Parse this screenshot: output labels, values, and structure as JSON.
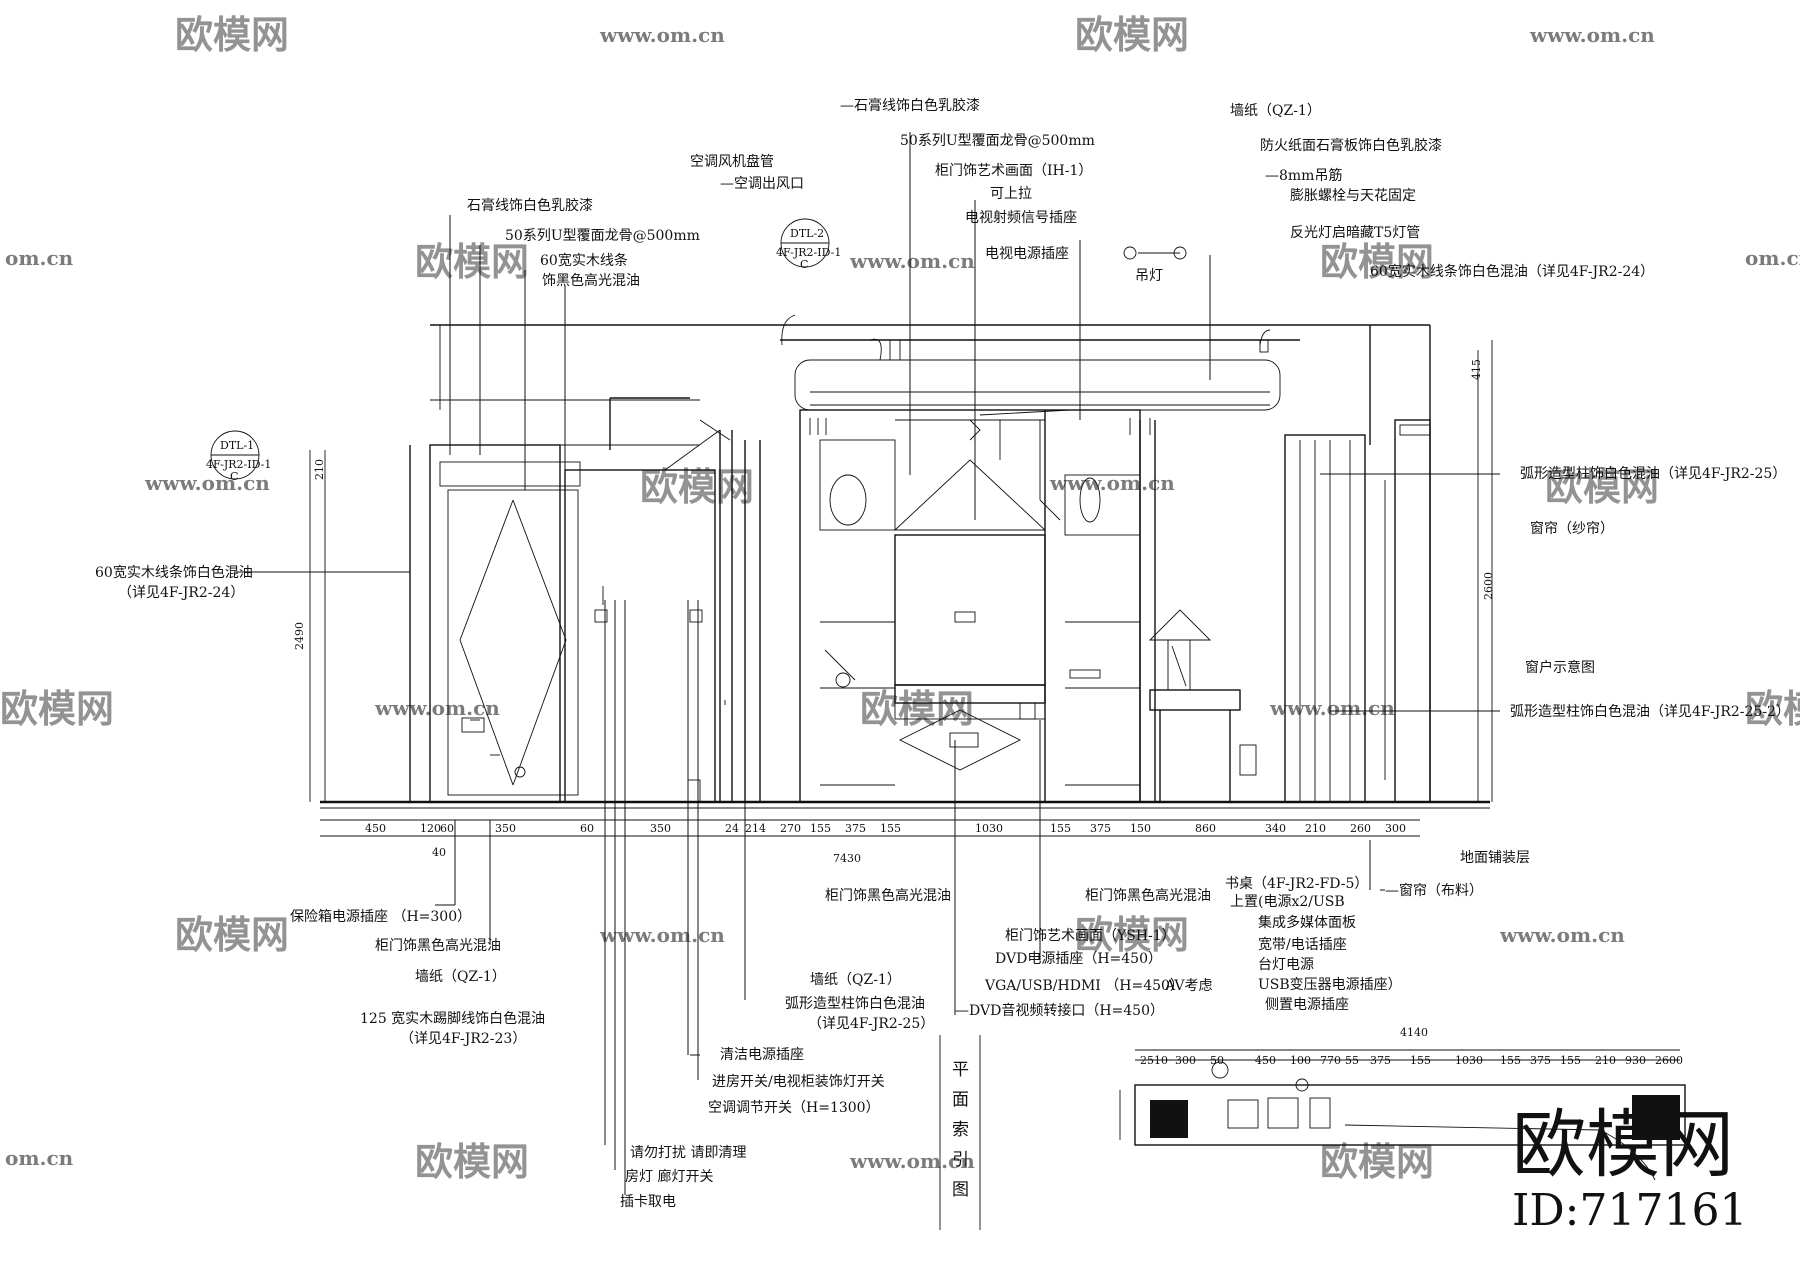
{
  "watermark": {
    "logo_text": "欧模网",
    "url_text": "www.om.cn",
    "url_short": "om.cn"
  },
  "brand": {
    "logo_text": "欧模网",
    "id_text": "ID:717161"
  },
  "notes": {
    "top_plaster_line": "—石膏线饰白色乳胶漆",
    "keel_50_right": "50系列U型覆面龙骨@500mm",
    "door_art_ih1": "柜门饰艺术画面（IH-1）",
    "liftable": "可上拉",
    "tv_signal_socket": "电视射频信号插座",
    "tv_power_socket": "电视电源插座",
    "ac_fan_coil": "空调风机盘管",
    "ac_outlet": "—空调出风口",
    "wallpaper_qz1_top": "墙纸（QZ-1）",
    "fireproof_board": "防火纸面石膏板饰白色乳胶漆",
    "rod_8mm": "—8mm吊筋",
    "expansion_bolt": "膨胀螺栓与天花固定",
    "reflect_lamp": "反光灯启暗藏T5灯管",
    "wood_line_60_right": "60宽实木线条饰白色混油（详见4F-JR2-24）",
    "plaster_line_left": "石膏线饰白色乳胶漆",
    "keel_50_left": "50系列U型覆面龙骨@500mm",
    "wood_line_60_a": "60宽实木线条",
    "black_gloss": "饰黑色高光混油",
    "ceiling_lamp": "吊灯",
    "dtl_2_top": "DTL-2",
    "dtl_2_bottom": "4F-JR2-ID-1",
    "dtl_2_letter": "C",
    "dtl_1_top": "DTL-1",
    "dtl_1_bottom": "4F-JR2-ID-1",
    "dtl_1_letter": "C",
    "wood_line_60_left_1": "60宽实木线条饰白色混油",
    "wood_line_60_left_2": "（详见4F-JR2-24）",
    "arc_column_right_1": "弧形造型柱饰白色混油（详见4F-JR2-25）",
    "curtain_gauze": "窗帘（纱帘）",
    "window_diagram": "窗户示意图",
    "arc_column_right_2": "弧形造型柱饰白色混油（详见4F-JR2-25-2）",
    "floor_finish": "地面铺装层",
    "door_black_gloss_mid": "柜门饰黑色高光混油",
    "door_black_gloss_right": "柜门饰黑色高光混油",
    "desk_1": "书桌（4F-JR2-FD-5）",
    "desk_2": "上置(电源x2/USB",
    "desk_3": "集成多媒体面板",
    "desk_4": "宽带/电话插座",
    "desk_5": "台灯电源",
    "desk_6": "USB变压器电源插座）",
    "desk_7": "侧置电源插座",
    "curtain_cloth": "—窗帘（布料）",
    "safe_socket": "保险箱电源插座 （H=300）",
    "door_black_gloss_left": "柜门饰黑色高光混油",
    "wallpaper_left": "墙纸（QZ-1）",
    "skirting_125_1": "125 宽实木踢脚线饰白色混油",
    "skirting_125_2": "（详见4F-JR2-23）",
    "door_art_ysh": "柜门饰艺术画面（YSH-1）",
    "dvd_socket": "DVD电源插座（H=450）",
    "vga_usb": "VGA/USB/HDMI （H=450）",
    "av_consider": "AV考虑",
    "dvd_av": "—DVD音视频转接口（H=450）",
    "wallpaper_mid": "墙纸（QZ-1）",
    "arc_column_mid_1": "弧形造型柱饰白色混油",
    "arc_column_mid_2": "（详见4F-JR2-25）",
    "clean_socket": "清洁电源插座",
    "room_switch": "进房开关/电视柜装饰灯开关",
    "ac_switch": "空调调节开关（H=1300）",
    "dnd": "请勿打扰 请即清理",
    "room_lamp_switch": "房灯 廊灯开关",
    "card_power": "插卡取电",
    "plan_index": "平面索引图"
  },
  "dimensions": {
    "bottom": [
      "450",
      "120",
      "60",
      "350",
      "60",
      "350",
      "24",
      "214",
      "270",
      "155",
      "375",
      "155",
      "1030",
      "155",
      "375",
      "150",
      "860",
      "340",
      "210",
      "260",
      "300"
    ],
    "bottom_sub": [
      "40"
    ],
    "total": "7430",
    "right_1": "415",
    "right_2": "2600",
    "left_total": "2490",
    "left_top": "210",
    "plan_total": "4140",
    "plan_dims": [
      "2510",
      "300",
      "50",
      "450",
      "100",
      "770",
      "55",
      "375",
      "155",
      "1030",
      "155",
      "375",
      "155",
      "210",
      "930",
      "2600"
    ]
  }
}
